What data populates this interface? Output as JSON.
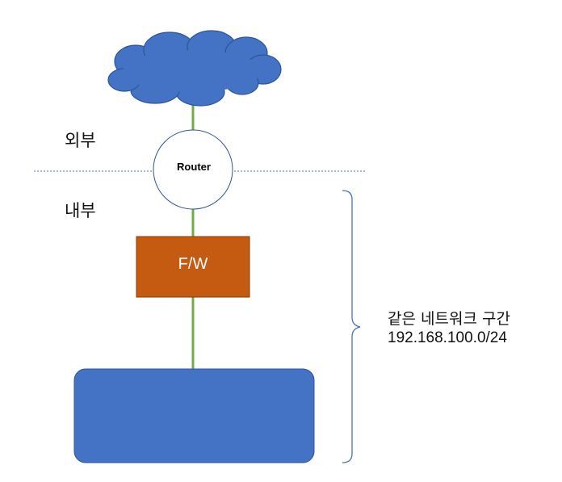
{
  "labels": {
    "outside": "외부",
    "inside": "내부"
  },
  "nodes": {
    "router": "Router",
    "firewall": "F/W"
  },
  "segment": {
    "name": "같은 네트워크 구간",
    "cidr": "192.168.100.0/24"
  },
  "colors": {
    "cloud": "#4472C4",
    "link": "#70AD47",
    "firewall": "#C55A11",
    "lan_block": "#4472C4",
    "boundary": "#4472C4",
    "router_outline": "#2F5597"
  }
}
